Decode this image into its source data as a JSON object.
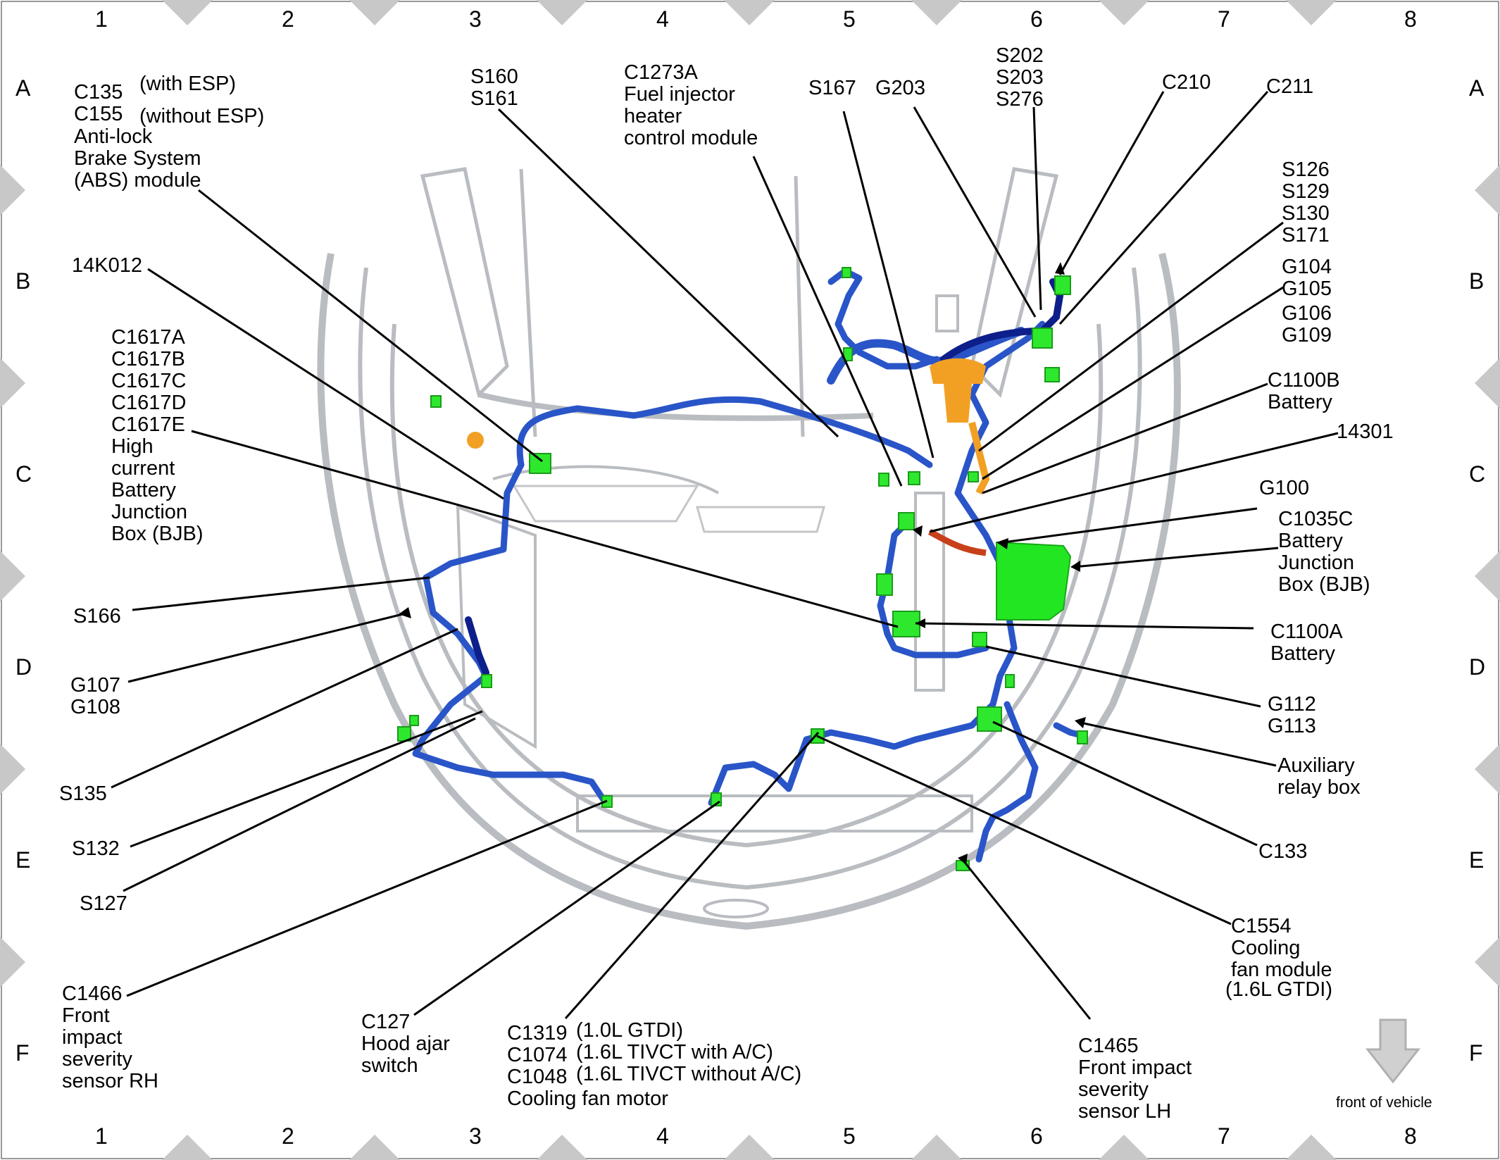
{
  "grid": {
    "columns": [
      "1",
      "2",
      "3",
      "4",
      "5",
      "6",
      "7",
      "8"
    ],
    "rows": [
      "A",
      "B",
      "C",
      "D",
      "E",
      "F"
    ]
  },
  "labels": {
    "c135": "C135",
    "with_esp": "(with ESP)",
    "c155": "C155",
    "without_esp": "(without ESP)",
    "abs_1": "Anti-lock",
    "abs_2": "Brake System",
    "abs_3": "(ABS) module",
    "s160": "S160",
    "s161": "S161",
    "c1273a": "C1273A",
    "fih_1": "Fuel injector",
    "fih_2": "heater",
    "fih_3": "control module",
    "s167": "S167",
    "g203": "G203",
    "s202": "S202",
    "s203": "S203",
    "s276": "S276",
    "c210": "C210",
    "c211": "C211",
    "s126": "S126",
    "s129": "S129",
    "s130": "S130",
    "s171": "S171",
    "g104": "G104",
    "g105": "G105",
    "g106": "G106",
    "g109": "G109",
    "c1100b": "C1100B",
    "c1100b_desc": "Battery",
    "l14301": "14301",
    "g100": "G100",
    "c1035c": "C1035C",
    "bjb_1": "Battery",
    "bjb_2": "Junction",
    "bjb_3": "Box (BJB)",
    "l14k012": "14K012",
    "c1617a": "C1617A",
    "c1617b": "C1617B",
    "c1617c": "C1617C",
    "c1617d": "C1617D",
    "c1617e": "C1617E",
    "hc_1": "High",
    "hc_2": "current",
    "hc_3": "Battery",
    "hc_4": "Junction",
    "hc_5": "Box (BJB)",
    "s166": "S166",
    "g107": "G107",
    "g108": "G108",
    "c1100a": "C1100A",
    "c1100a_desc": "Battery",
    "g112": "G112",
    "g113": "G113",
    "aux_1": "Auxiliary",
    "aux_2": "relay box",
    "s135": "S135",
    "s132": "S132",
    "s127": "S127",
    "c133": "C133",
    "c1554": "C1554",
    "cfm_1": "Cooling",
    "cfm_2": "fan module",
    "cfm_3": "(1.6L GTDI)",
    "c1466": "C1466",
    "fisr_1": "Front",
    "fisr_2": "impact",
    "fisr_3": "severity",
    "fisr_4": "sensor RH",
    "c127": "C127",
    "hood_1": "Hood ajar",
    "hood_2": "switch",
    "c1319": "C1319",
    "c1319_note": "(1.0L GTDI)",
    "c1074": "C1074",
    "c1074_note": "(1.6L TIVCT with A/C)",
    "c1048": "C1048",
    "c1048_note": "(1.6L TIVCT without A/C)",
    "cfmotor": "Cooling fan motor",
    "c1465": "C1465",
    "fisl_1": "Front impact",
    "fisl_2": "severity",
    "fisl_3": "sensor LH",
    "front_of_vehicle": "front of vehicle"
  },
  "colors": {
    "harness": "#2a55c8",
    "harness_dark": "#0d1f8a",
    "connector": "#2ee82e",
    "bjb": "#22e622",
    "battery_cable": "#c8401a",
    "fuel_heater": "#f2a024",
    "body_outline": "#b9bcc0",
    "border_triangle": "#c8c8c8"
  },
  "icons": {
    "front_arrow": "down-arrow-icon"
  }
}
